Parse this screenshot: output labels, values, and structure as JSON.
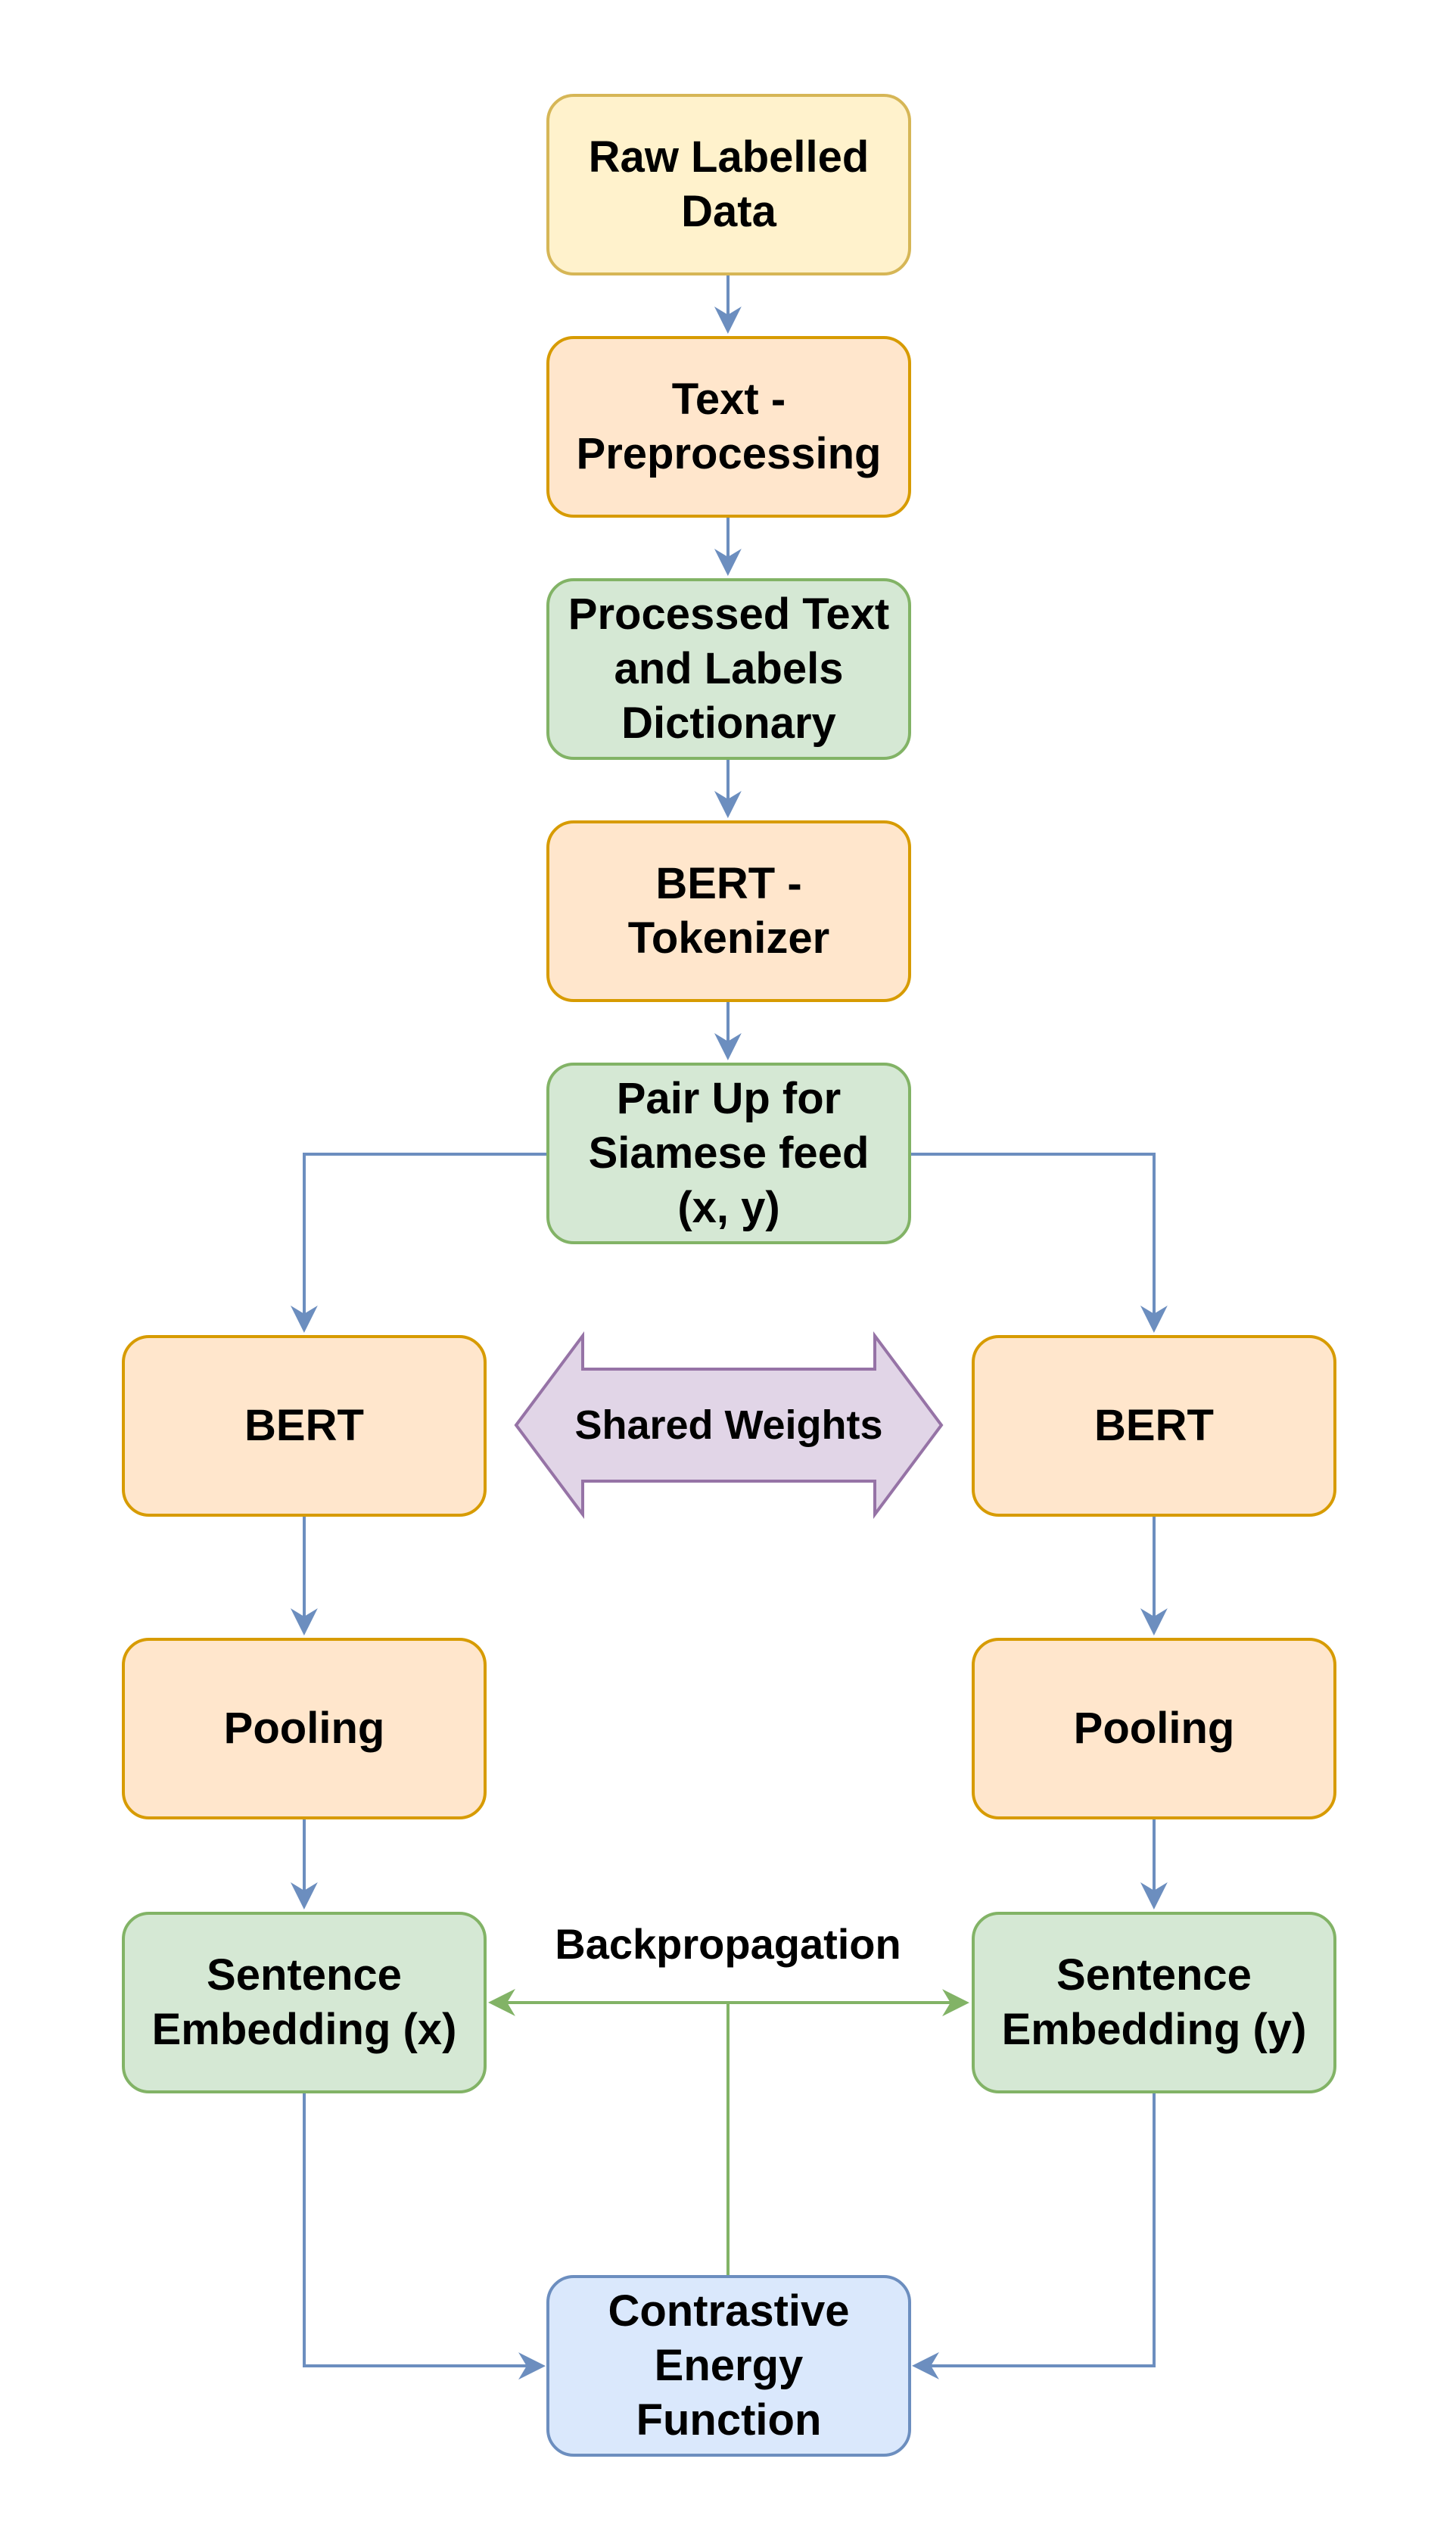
{
  "diagram": {
    "nodes": {
      "raw_data": "Raw Labelled\nData",
      "text_preprocessing": "Text -\nPreprocessing",
      "processed_text": "Processed Text\nand Labels\nDictionary",
      "bert_tokenizer": "BERT -\nTokenizer",
      "pair_up": "Pair Up for\nSiamese feed\n(x, y)",
      "bert_left": "BERT",
      "bert_right": "BERT",
      "pooling_left": "Pooling",
      "pooling_right": "Pooling",
      "embedding_x": "Sentence\nEmbedding (x)",
      "embedding_y": "Sentence\nEmbedding (y)",
      "contrastive": "Contrastive\nEnergy\nFunction"
    },
    "shared_weights_label": "Shared Weights",
    "backprop_label": "Backpropagation",
    "colors": {
      "flow_edge": "#6c8ebf",
      "backprop_edge": "#82b366",
      "shared_arrow_fill": "#e1d5e7",
      "shared_arrow_stroke": "#9673a6"
    }
  }
}
